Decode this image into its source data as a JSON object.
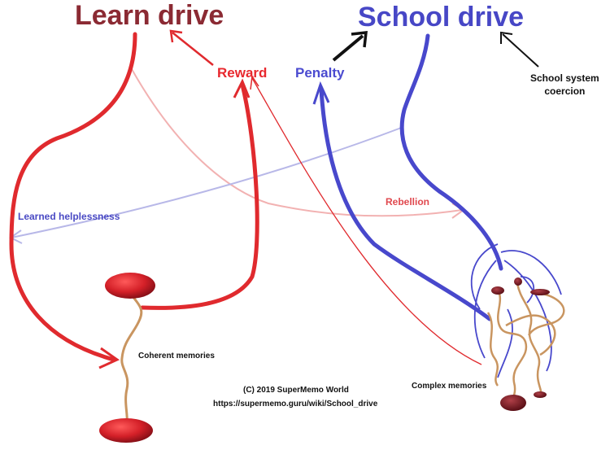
{
  "titles": {
    "learn_drive": "Learn drive",
    "school_drive": "School drive"
  },
  "labels": {
    "reward": "Reward",
    "penalty": "Penalty",
    "school_system": "School system",
    "coercion": "coercion",
    "learned_helplessness": "Learned helplessness",
    "rebellion": "Rebellion",
    "coherent_memories": "Coherent memories",
    "complex_memories": "Complex memories"
  },
  "credits": {
    "copyright": "(C) 2019 SuperMemo World",
    "url": "https://supermemo.guru/wiki/School_drive"
  },
  "colors": {
    "learn_title": "#8b2a33",
    "school_title": "#4747c6",
    "red_arrow": "#e0282e",
    "blue_arrow": "#4848cc",
    "neuron_body": "#c8202a",
    "neuron_dark": "#7a1a22",
    "dendrite": "#c99560",
    "pale_red": "#f2b2b2",
    "pale_blue": "#b8b8e8"
  }
}
